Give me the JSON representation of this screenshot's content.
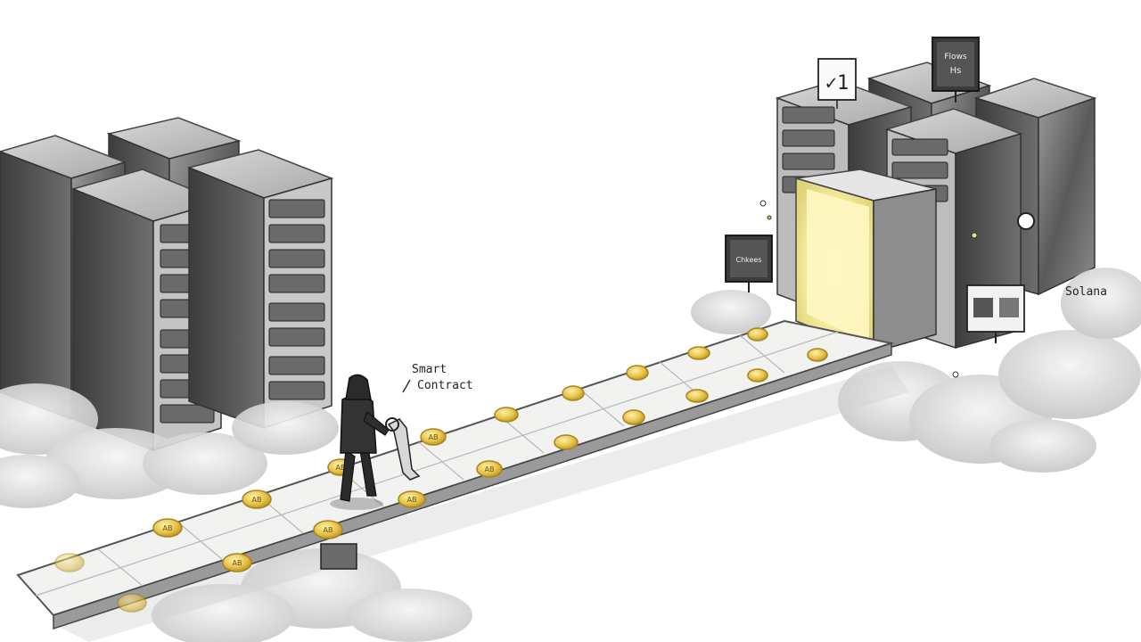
{
  "labels": {
    "smart_contract_line1": "Smart",
    "smart_contract_line2": "Contract",
    "solana": "Solana"
  },
  "signs": {
    "sign_check": "✓1",
    "sign_left_monitor": "Chkees",
    "sign_top_monitor_line1": "Flows",
    "sign_top_monitor_line2": "Hs"
  },
  "coins": {
    "coin_text": "AB"
  },
  "colors": {
    "server_dark": "#3a3a3a",
    "server_mid": "#7a7a7a",
    "server_light": "#bdbdbd",
    "coin_gold": "#e6c24a",
    "coin_edge": "#a8841c",
    "glow": "#f4ec9c",
    "track": "#f2f2f0",
    "cloud": "#d9d9d9"
  },
  "icons": [
    "wrench-icon",
    "hooded-figure",
    "gold-coin",
    "glowing-doorway"
  ]
}
